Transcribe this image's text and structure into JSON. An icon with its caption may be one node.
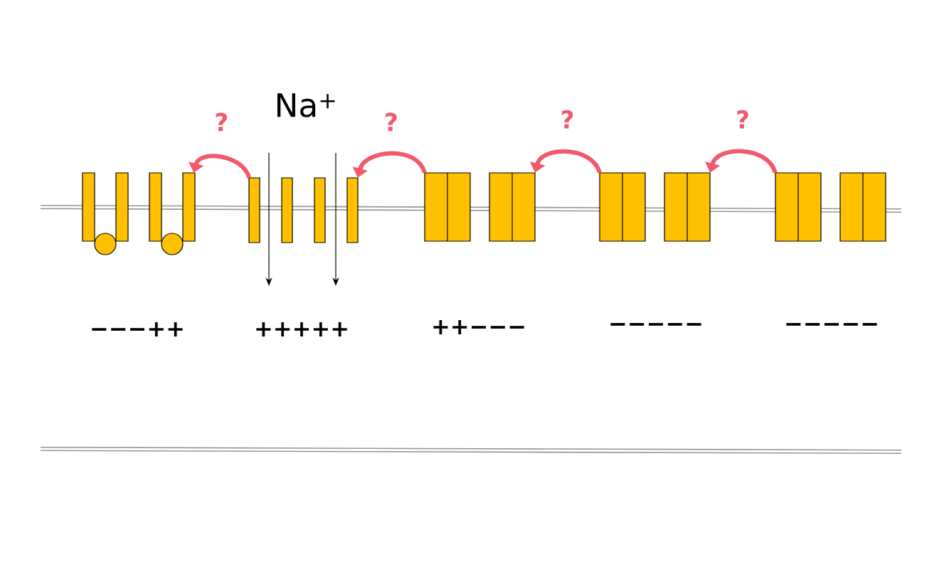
{
  "diagram": {
    "nodes": [
      {
        "text": [],
        "shape": "box"
      },
      {
        "text": [],
        "shape": "box"
      },
      {
        "text": [],
        "shape": "box"
      },
      {
        "text": [],
        "shape": "box"
      },
      {
        "text": [],
        "shape": "box"
      }
    ],
    "edges": [
      {
        "from": 1,
        "to": 0,
        "arrow": "to",
        "label": "?",
        "color": "#f2596b"
      },
      {
        "from": 2,
        "to": 1,
        "arrow": "to",
        "label": "?",
        "color": "#f2596b"
      },
      {
        "from": 3,
        "to": 2,
        "arrow": "to",
        "label": "?",
        "color": "#f2596b"
      },
      {
        "from": 4,
        "to": 3,
        "arrow": "to",
        "label": "?",
        "color": "#f2596b"
      }
    ],
    "labels": [
      "Na$^{+}$",
      "−−−++",
      "+++++",
      "++−−−",
      "−−−−−",
      "−−−−−"
    ]
  }
}
